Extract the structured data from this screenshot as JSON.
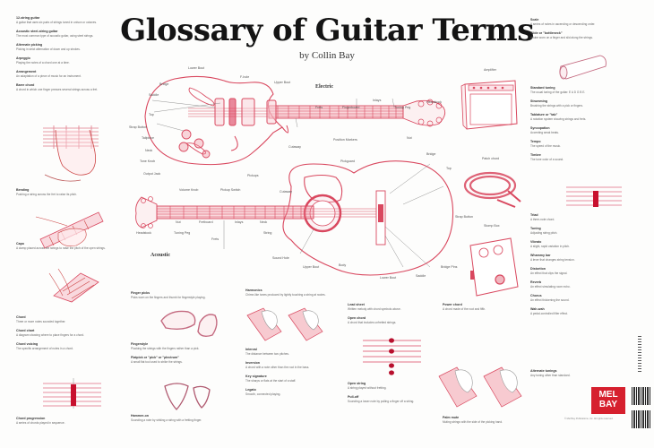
{
  "poster": {
    "title": "Glossary of Guitar Terms",
    "byline": "by Collin Bay",
    "accent_color": "#d9485f",
    "publisher_logo": {
      "line1": "MEL",
      "line2": "BAY",
      "color": "#d6202e"
    }
  },
  "diagram": {
    "electric_heading": "Electric",
    "acoustic_heading": "Acoustic",
    "electric_labels": [
      "Lower Bout",
      "Bridge",
      "Saddle",
      "Top",
      "Strap Button",
      "Tailpiece",
      "Neck",
      "Tone Knob",
      "Output Jack",
      "Volume Knob",
      "Pickup Switch",
      "Pickups",
      "F-hole",
      "Upper Bout",
      "Frets",
      "Fingerboard",
      "Inlays",
      "Tuning Peg",
      "Headstock",
      "Nut",
      "Cutaway",
      "Position Markers"
    ],
    "acoustic_labels": [
      "Headstock",
      "Nut",
      "Tuning Peg",
      "Fretboard",
      "Inlays",
      "Frets",
      "Neck",
      "String",
      "Pickguard",
      "Cutaway",
      "Sound Hole",
      "Upper Bout",
      "Body",
      "Lower Bout",
      "Saddle",
      "Bridge",
      "Top",
      "Bridge Pins",
      "Strap Button"
    ],
    "accessory_labels": [
      "Amplifier",
      "Patch chord",
      "Stomp Box"
    ]
  },
  "left_column": [
    {
      "term": "12-string guitar",
      "def": "A guitar that uses six pairs of strings tuned in unison or octaves."
    },
    {
      "term": "Acoustic steel-string guitar",
      "def": "The most common type of acoustic guitar, using steel strings."
    },
    {
      "term": "Alternate picking",
      "def": "Picking in strict alternation of down and up strokes."
    },
    {
      "term": "Arpeggio",
      "def": "Playing the notes of a chord one at a time."
    },
    {
      "term": "Arrangement",
      "def": "An adaptation of a piece of music for an instrument."
    },
    {
      "term": "Barre chord",
      "def": "A chord in which one finger presses several strings across a fret."
    },
    {
      "term": "Bending",
      "def": "Pushing a string across the fret to raise its pitch."
    },
    {
      "term": "Capo",
      "def": "A clamp placed across the strings to raise the pitch of the open strings."
    },
    {
      "term": "Chord",
      "def": "Three or more notes sounded together."
    },
    {
      "term": "Chord chart",
      "def": "A diagram showing where to place fingers for a chord."
    },
    {
      "term": "Chord voicing",
      "def": "The specific arrangement of notes in a chord."
    },
    {
      "term": "Chord progression",
      "def": "A series of chords played in sequence."
    }
  ],
  "middle_columns": [
    {
      "term": "Finger picks",
      "def": "Picks worn on the fingers and thumb for fingerstyle playing."
    },
    {
      "term": "Fingerstyle",
      "def": "Plucking the strings with the fingers rather than a pick."
    },
    {
      "term": "Flatpick or \"pick\" or \"plectrum\"",
      "def": "A small flat tool used to strike the strings."
    },
    {
      "term": "Hammer-on",
      "def": "Sounding a note by striking a string with a fretting finger."
    },
    {
      "term": "Harmonics",
      "def": "Chime-like tones produced by lightly touching a string at nodes."
    },
    {
      "term": "Interval",
      "def": "The distance between two pitches."
    },
    {
      "term": "Inversion",
      "def": "A chord with a note other than the root in the bass."
    },
    {
      "term": "Key signature",
      "def": "The sharps or flats at the start of a staff."
    },
    {
      "term": "Legato",
      "def": "Smooth, connected playing."
    },
    {
      "term": "Lead sheet",
      "def": "Written melody with chord symbols above."
    },
    {
      "term": "Open chord",
      "def": "A chord that includes unfretted strings."
    },
    {
      "term": "Open string",
      "def": "A string played without fretting."
    },
    {
      "term": "Pull-off",
      "def": "Sounding a lower note by pulling a finger off a string."
    },
    {
      "term": "Power chord",
      "def": "A chord made of the root and fifth."
    },
    {
      "term": "Palm mute",
      "def": "Muting strings with the side of the picking hand."
    }
  ],
  "right_column": [
    {
      "term": "Scale",
      "def": "A series of notes in ascending or descending order."
    },
    {
      "term": "Slide or \"bottleneck\"",
      "def": "A tube worn on a finger and slid along the strings."
    },
    {
      "term": "Standard tuning",
      "def": "The usual tuning of the guitar: E A D G B E."
    },
    {
      "term": "Strumming",
      "def": "Brushing the strings with a pick or fingers."
    },
    {
      "term": "Tablature or \"tab\"",
      "def": "A notation system showing strings and frets."
    },
    {
      "term": "Syncopation",
      "def": "Accenting weak beats."
    },
    {
      "term": "Tempo",
      "def": "The speed of the music."
    },
    {
      "term": "Timbre",
      "def": "The tone color of a sound."
    },
    {
      "term": "Triad",
      "def": "A three-note chord."
    },
    {
      "term": "Tuning",
      "def": "Adjusting string pitch."
    },
    {
      "term": "Vibrato",
      "def": "A slight, rapid variation in pitch."
    },
    {
      "term": "Whammy bar",
      "def": "A lever that changes string tension."
    },
    {
      "term": "Distortion",
      "def": "An effect that clips the signal."
    },
    {
      "term": "Reverb",
      "def": "An effect simulating room echo."
    },
    {
      "term": "Chorus",
      "def": "An effect thickening the sound."
    },
    {
      "term": "Wah-wah",
      "def": "A pedal-controlled filter effect."
    },
    {
      "term": "Alternate tunings",
      "def": "Any tuning other than standard."
    }
  ],
  "legal": "© Mel Bay Publications, Inc. All rights reserved."
}
